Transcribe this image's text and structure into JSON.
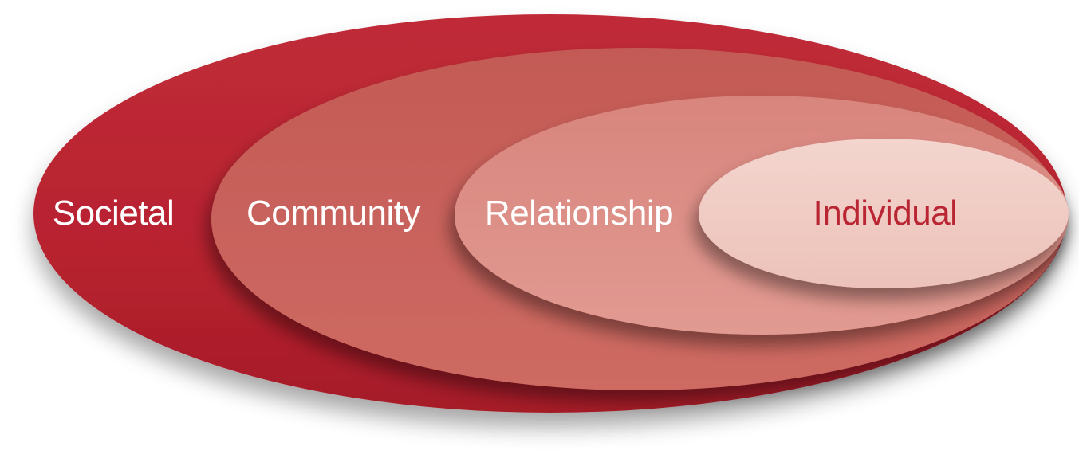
{
  "diagram": {
    "levels": [
      {
        "label": "Societal",
        "fill": "#b92532",
        "text_color": "#ffffff"
      },
      {
        "label": "Community",
        "fill": "#c9625b",
        "text_color": "#ffffff"
      },
      {
        "label": "Relationship",
        "fill": "#de8f86",
        "text_color": "#ffffff"
      },
      {
        "label": "Individual",
        "fill": "#f0cdc5",
        "text_color": "#b92532"
      }
    ]
  }
}
